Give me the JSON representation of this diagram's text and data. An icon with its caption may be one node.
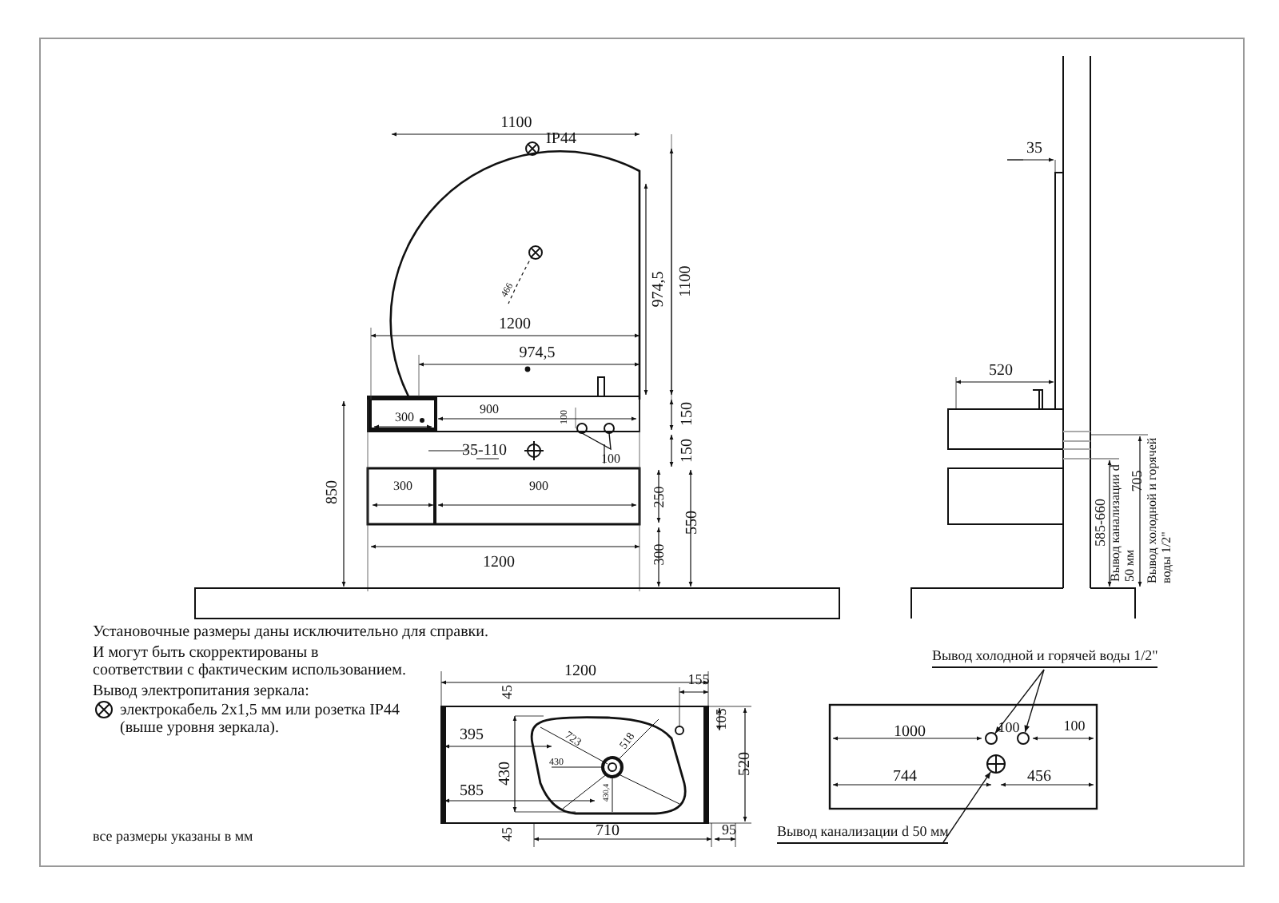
{
  "diagram": {
    "nodes": [
      {
        "text": [
          "Вывод холодной и горячей воды 1/2\""
        ]
      },
      {
        "text": [],
        "shape": "circle"
      },
      {
        "text": [],
        "shape": "circle"
      },
      {
        "text": [
          "Вывод канализации d 50 мм"
        ]
      },
      {
        "text": [],
        "shape": "circle"
      }
    ],
    "edges": [
      {
        "from": 0,
        "to": 1,
        "arrow": "to"
      },
      {
        "from": 0,
        "to": 2,
        "arrow": "to"
      },
      {
        "from": 3,
        "to": 4,
        "arrow": "to"
      }
    ],
    "labels": [
      "IP44",
      "1100",
      "974,5",
      "1100",
      "1200",
      "974,5",
      "300",
      "900",
      "100",
      "100",
      "150",
      "35-110",
      "150",
      "850",
      "300",
      "900",
      "250",
      "550",
      "300",
      "1200",
      "35",
      "520",
      "585-660",
      "Вывод канализации d 50 мм",
      "705",
      "Вывод холодной и горячей воды 1/2\"",
      "466",
      "Установочные размеры даны исключительно для справки.",
      "И могут быть скорректированы в соответствии с фактическим использованием.",
      "Вывод электропитания зеркала:",
      "электрокабель 2x1,5 мм или розетка IP44 (выше уровня зеркала).",
      "1200",
      "155",
      "45",
      "105",
      "395",
      "723",
      "518",
      "430",
      "430",
      "430,4",
      "520",
      "585",
      "45",
      "710",
      "95",
      "1000",
      "100",
      "100",
      "744",
      "456",
      "все размеры указаны в мм"
    ]
  }
}
